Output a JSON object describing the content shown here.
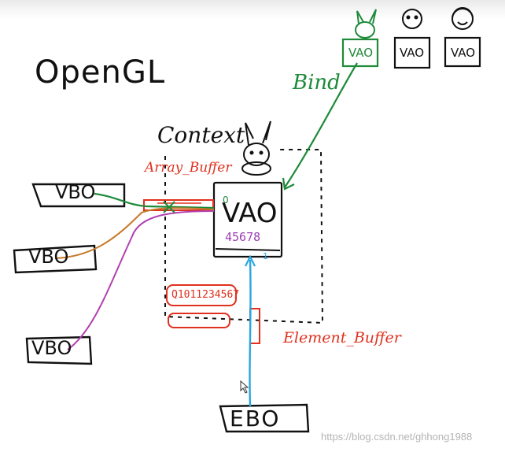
{
  "title": "OpenGL",
  "context_label": "Context",
  "bind_label": "Bind",
  "array_buffer_label": "Array_Buffer",
  "element_buffer_label": "Element_Buffer",
  "vao_label": "VAO",
  "vao_slot_first": "0",
  "vao_slot_digits": "45678",
  "vao_bottom_slot": "1",
  "element_slots": "Q1011234567",
  "vbo_labels": [
    "VBO",
    "VBO",
    "VBO"
  ],
  "ebo_label": "EBO",
  "top_vaos": [
    "VAO",
    "VAO",
    "VAO"
  ],
  "watermark": "https://blog.csdn.net/ghhong1988",
  "colors": {
    "green": "#1e8a3a",
    "orange": "#c77a2a",
    "magenta": "#b23fb0",
    "red": "#e0301e",
    "cyan": "#29a6e0",
    "ink": "#111111"
  }
}
